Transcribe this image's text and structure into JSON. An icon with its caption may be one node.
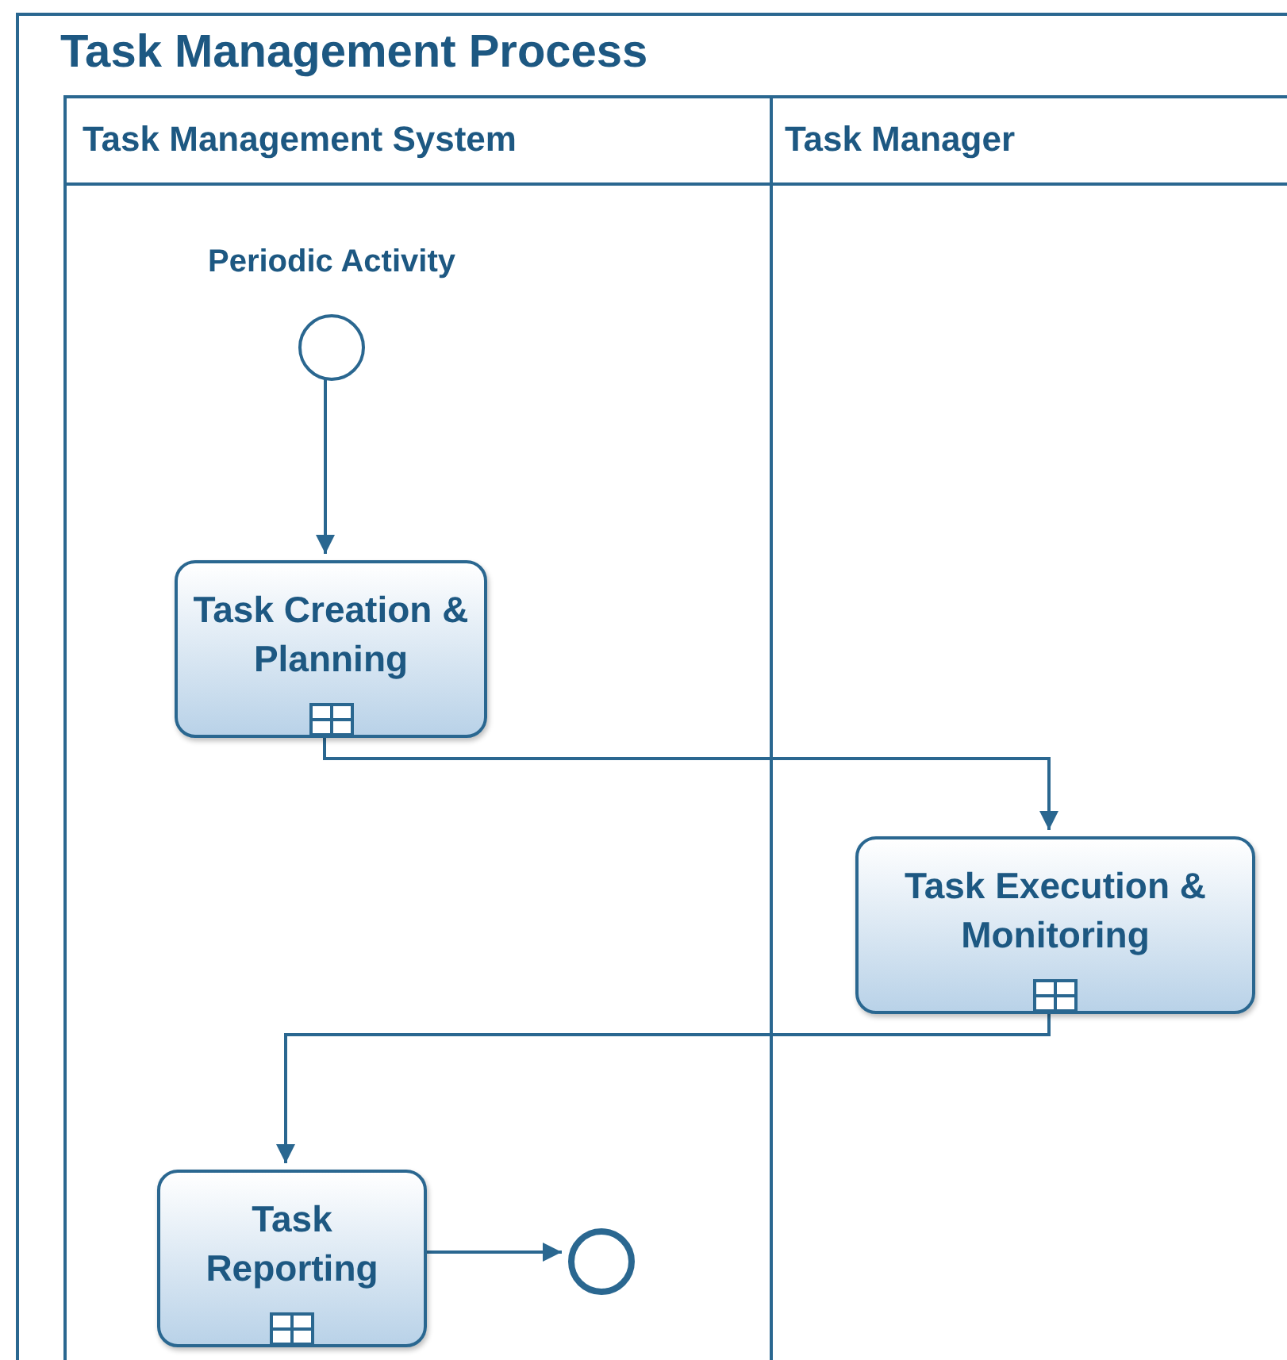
{
  "diagram": {
    "nodes": [
      {
        "text": [
          "Task Management Process"
        ]
      },
      {
        "text": [
          "Task Management System"
        ],
        "in": 0
      },
      {
        "text": [
          "Task Manager"
        ],
        "in": 0
      },
      {
        "text": [],
        "shape": "circle",
        "in": 1,
        "beside": [
          "Periodic Activity"
        ]
      },
      {
        "text": [
          "Task Creation & Planning"
        ],
        "in": 1
      },
      {
        "text": [
          "Task Execution & Monitoring"
        ],
        "in": 2
      },
      {
        "text": [
          "Task Reporting"
        ],
        "in": 1
      },
      {
        "text": [],
        "shape": "circle",
        "in": 1
      }
    ],
    "edges": [
      {
        "from": 3,
        "to": 4,
        "arrow": "to"
      },
      {
        "from": 4,
        "to": 5,
        "arrow": "to"
      },
      {
        "from": 5,
        "to": 6,
        "arrow": "to"
      },
      {
        "from": 6,
        "to": 7,
        "arrow": "to"
      }
    ]
  }
}
